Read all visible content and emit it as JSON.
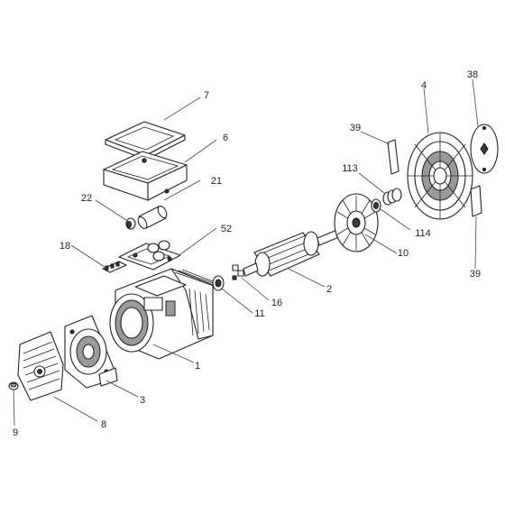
{
  "diagram": {
    "callouts": [
      {
        "id": "c1",
        "label": "1"
      },
      {
        "id": "c2",
        "label": "2"
      },
      {
        "id": "c3",
        "label": "3"
      },
      {
        "id": "c4",
        "label": "4"
      },
      {
        "id": "c6",
        "label": "6"
      },
      {
        "id": "c7",
        "label": "7"
      },
      {
        "id": "c8",
        "label": "8"
      },
      {
        "id": "c9",
        "label": "9"
      },
      {
        "id": "c10",
        "label": "10"
      },
      {
        "id": "c11",
        "label": "11"
      },
      {
        "id": "c16",
        "label": "16"
      },
      {
        "id": "c18",
        "label": "18"
      },
      {
        "id": "c21",
        "label": "21"
      },
      {
        "id": "c22",
        "label": "22"
      },
      {
        "id": "c38",
        "label": "38"
      },
      {
        "id": "c39a",
        "label": "39"
      },
      {
        "id": "c39b",
        "label": "39"
      },
      {
        "id": "c52",
        "label": "52"
      },
      {
        "id": "c113",
        "label": "113"
      },
      {
        "id": "c114",
        "label": "114"
      }
    ]
  }
}
